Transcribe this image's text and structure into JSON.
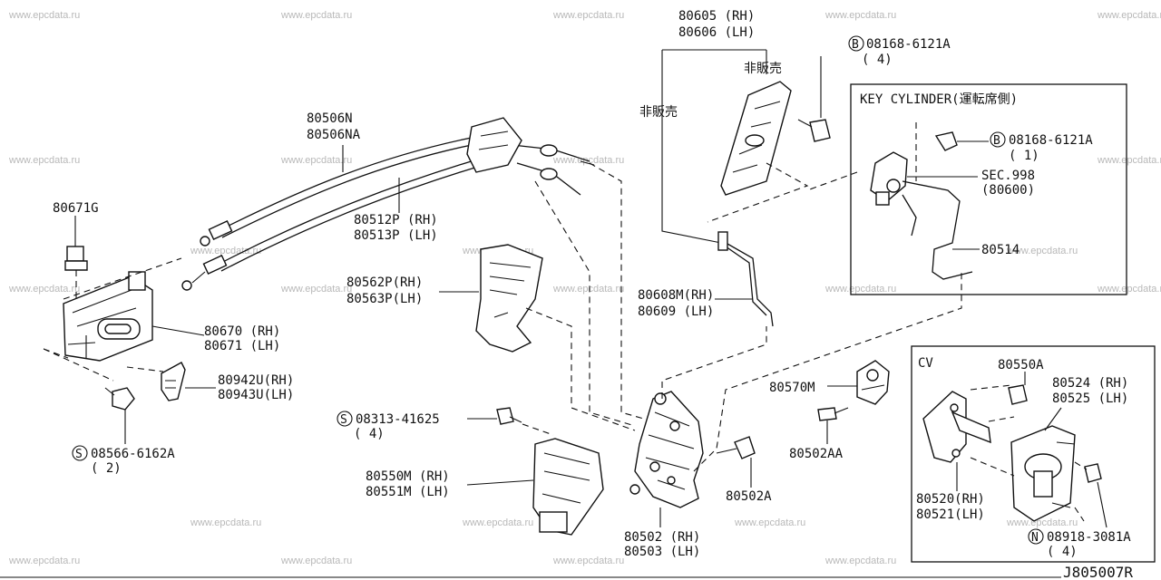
{
  "watermark": "www.epcdata.ru",
  "reference_code": "J805007R",
  "labels": {
    "p80605": "80605 (RH)",
    "p80606": "80606 (LH)",
    "hibaibai_1": "非販売",
    "hibaibai_2": "非販売",
    "bolt_top": "08168-6121A",
    "bolt_top_qty": "( 4)",
    "key_cylinder_title": "KEY CYLINDER(運転席側)",
    "bolt_key": "08168-6121A",
    "bolt_key_qty": "( 1)",
    "sec998": "SEC.998",
    "sec998_sub": "(80600)",
    "p80514": "80514",
    "p80506N": "80506N",
    "p80506NA": "80506NA",
    "p80512P": "80512P (RH)",
    "p80513P": "80513P (LH)",
    "p80671G": "80671G",
    "p80562P": "80562P(RH)",
    "p80563P": "80563P(LH)",
    "p80608M": "80608M(RH)",
    "p80609": "80609  (LH)",
    "p80670": "80670 (RH)",
    "p80671": "80671 (LH)",
    "p80942U": "80942U(RH)",
    "p80943U": "80943U(LH)",
    "screw_08313": "08313-41625",
    "screw_08313_qty": "( 4)",
    "screw_08566": "08566-6162A",
    "screw_08566_qty": "( 2)",
    "p80570M": "80570M",
    "p80502AA": "80502AA",
    "p80502A": "80502A",
    "p80550M": "80550M (RH)",
    "p80551M": "80551M (LH)",
    "p80502": "80502 (RH)",
    "p80503": "80503 (LH)",
    "cv_title": "CV",
    "p80550A": "80550A",
    "p80524": "80524 (RH)",
    "p80525": "80525 (LH)",
    "p80520": "80520(RH)",
    "p80521": "80521(LH)",
    "nut_08918": "08918-3081A",
    "nut_08918_qty": "( 4)"
  },
  "symbols": {
    "bolt": "B",
    "screw": "S",
    "nut": "N"
  }
}
